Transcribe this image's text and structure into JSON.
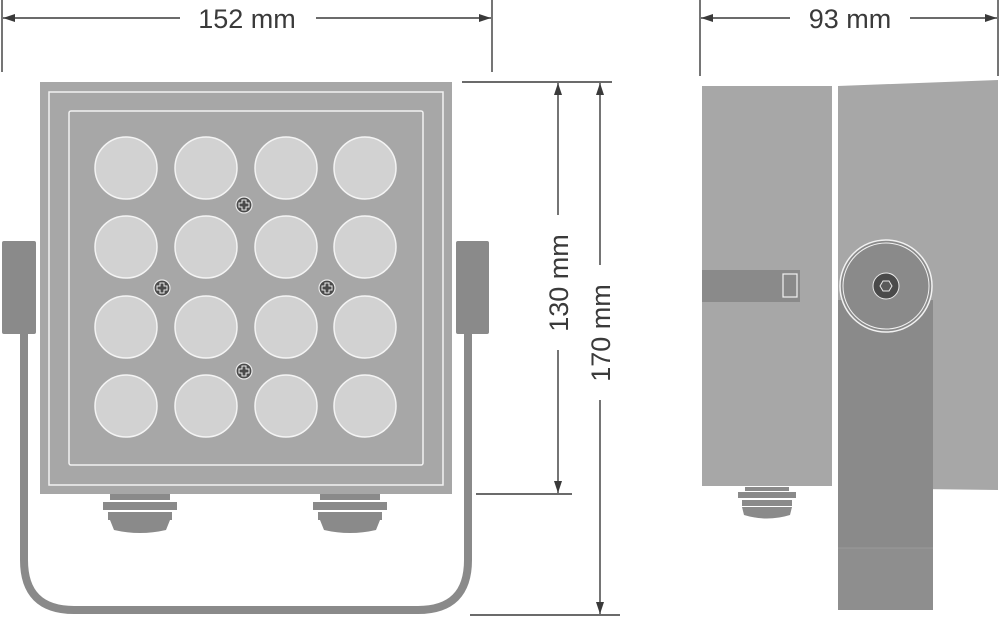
{
  "dimensions": {
    "front_width": "152 mm",
    "side_depth": "93 mm",
    "body_height": "130 mm",
    "overall_height": "170 mm"
  },
  "colors": {
    "housing": "#a7a7a7",
    "bracket": "#8a8a8a",
    "led": "#d2d2d2",
    "dimension_line": "#3a3a3a"
  },
  "led_grid": {
    "rows": 4,
    "cols": 4
  }
}
